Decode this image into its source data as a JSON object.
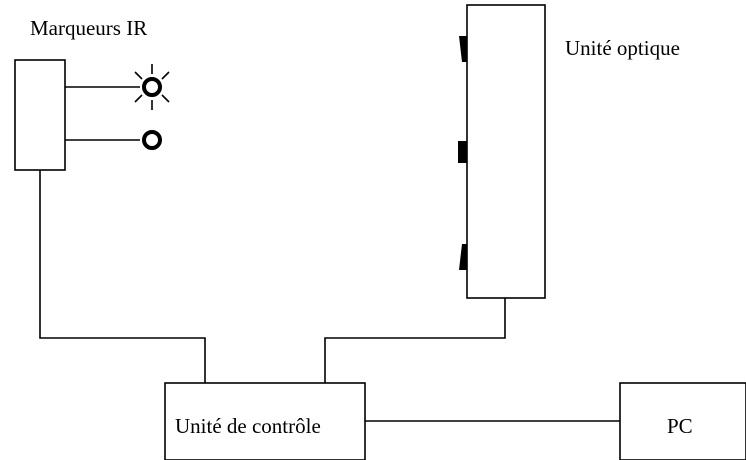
{
  "labels": {
    "ir_markers": "Marqueurs IR",
    "optical_unit": "Unité optique",
    "control_unit": "Unité de contrôle",
    "pc": "PC"
  },
  "colors": {
    "line": "#000000",
    "background": "#ffffff"
  }
}
